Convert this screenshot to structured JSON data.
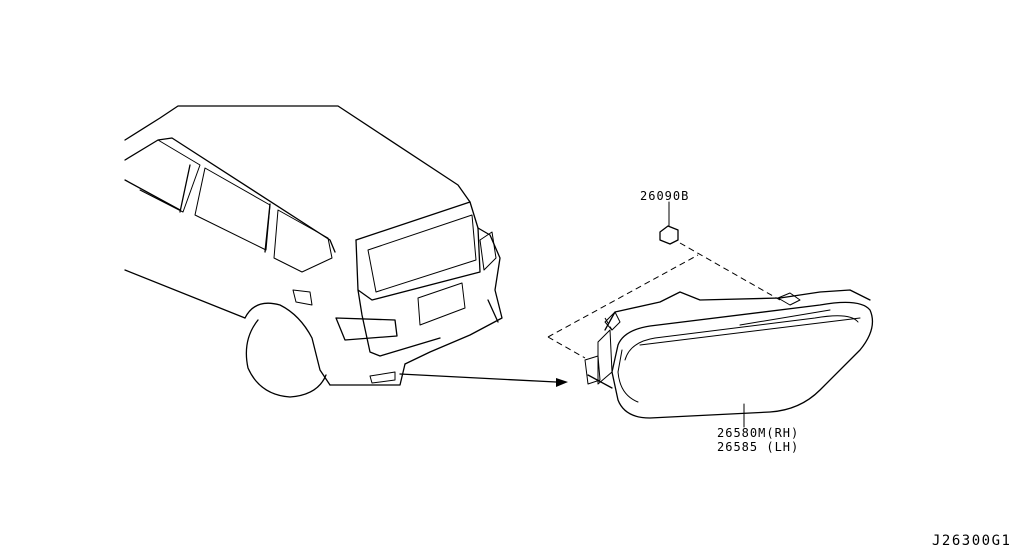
{
  "parts": {
    "bolt": {
      "number": "26090B"
    },
    "lamp": {
      "line_rh": "26580M(RH)",
      "line_lh": "26585 (LH)"
    }
  },
  "diagram_id": "J26300G1"
}
